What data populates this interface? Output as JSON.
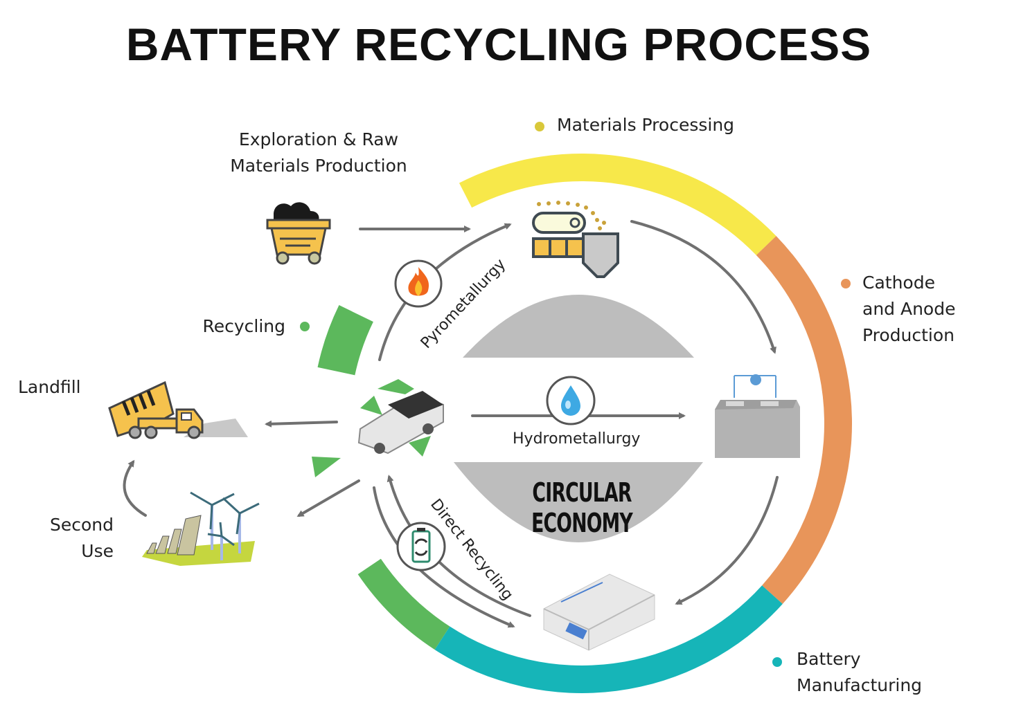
{
  "title": "BATTERY RECYCLING PROCESS",
  "center_label": "CIRCULAR ECONOMY",
  "stages": {
    "exploration": {
      "line1": "Exploration & Raw",
      "line2": "Materials Production",
      "icon": "mine-cart-icon"
    },
    "materials_processing": {
      "label": "Materials Processing",
      "color": "#f7e84a",
      "icon": "conveyor-hopper-icon"
    },
    "cathode_anode": {
      "line1": "Cathode",
      "line2": "and Anode",
      "line3": "Production",
      "color": "#e8955a",
      "icon": "battery-cell-icon"
    },
    "battery_manufacturing": {
      "line1": "Battery",
      "line2": "Manufacturing",
      "color": "#16b5b8",
      "icon": "battery-pack-icon"
    },
    "recycling": {
      "label": "Recycling",
      "color": "#5cb85c",
      "icon": "recycling-car-icon"
    },
    "landfill": {
      "label": "Landfill",
      "icon": "dump-truck-icon"
    },
    "second_use": {
      "line1": "Second",
      "line2": "Use",
      "icon": "solar-wind-icon"
    }
  },
  "methods": {
    "pyrometallurgy": {
      "label": "Pyrometallurgy",
      "icon": "flame-icon"
    },
    "hydrometallurgy": {
      "label": "Hydrometallurgy",
      "icon": "water-drop-icon"
    },
    "direct_recycling": {
      "label": "Direct Recycling",
      "icon": "battery-cycle-icon"
    }
  },
  "colors": {
    "arrow": "#707070",
    "center_fill": "#bdbdbd",
    "text": "#222222"
  }
}
